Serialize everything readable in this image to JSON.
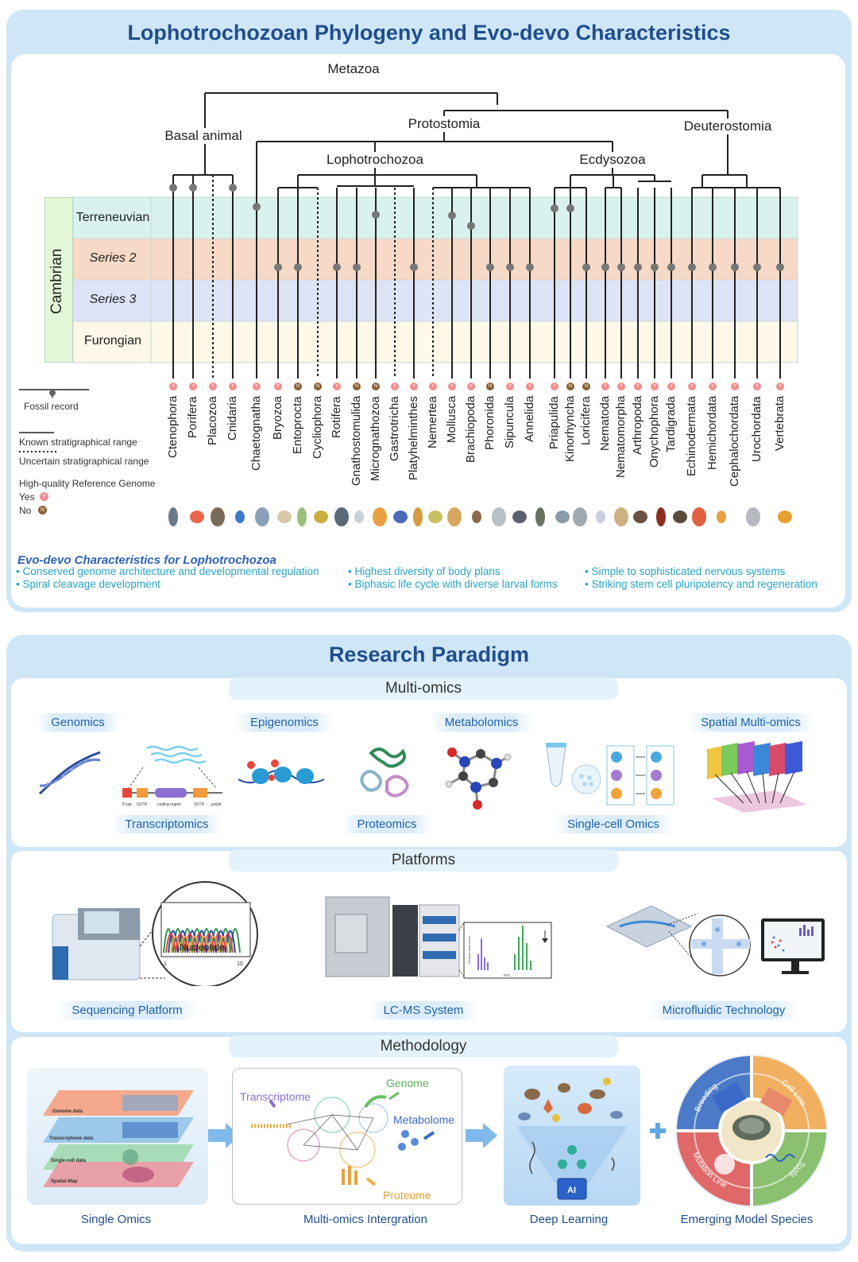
{
  "top_panel": {
    "title": "Lophotrochozoan Phylogeny and Evo-devo Characteristics",
    "nodes": {
      "metazoa": "Metazoa",
      "basal": "Basal animal",
      "protostomia": "Protostomia",
      "deuterostomia": "Deuterostomia",
      "lophotrochozoa": "Lophotrochozoa",
      "ecdysozoa": "Ecdysozoa"
    },
    "era": "Cambrian",
    "periods": [
      "Terreneuvian",
      "Series 2",
      "Series 3",
      "Furongian"
    ],
    "period_colors": [
      "#d9f2ee",
      "#f6d9c6",
      "#dde4f5",
      "#fdf8e8"
    ],
    "taxa": [
      {
        "name": "Ctenophora",
        "genome": "Y",
        "fossil": "Terreneuvian"
      },
      {
        "name": "Porifera",
        "genome": "Y",
        "fossil": "Terreneuvian"
      },
      {
        "name": "Placozoa",
        "genome": "Y",
        "fossil": "none"
      },
      {
        "name": "Cnidaria",
        "genome": "Y",
        "fossil": "Terreneuvian"
      },
      {
        "name": "Chaetognatha",
        "genome": "Y",
        "fossil": "Terreneuvian"
      },
      {
        "name": "Bryozoa",
        "genome": "Y",
        "fossil": "Series 2"
      },
      {
        "name": "Entoprocta",
        "genome": "N",
        "fossil": "Series 2"
      },
      {
        "name": "Cycliophora",
        "genome": "N",
        "fossil": "none"
      },
      {
        "name": "Rotifera",
        "genome": "Y",
        "fossil": "Series 2"
      },
      {
        "name": "Gnathostomulida",
        "genome": "N",
        "fossil": "Series 2"
      },
      {
        "name": "Micrognathozoa",
        "genome": "N",
        "fossil": "Terreneuvian"
      },
      {
        "name": "Gastrotricha",
        "genome": "Y",
        "fossil": "none"
      },
      {
        "name": "Platyhelminthes",
        "genome": "Y",
        "fossil": "Series 2"
      },
      {
        "name": "Nemertea",
        "genome": "Y",
        "fossil": "none"
      },
      {
        "name": "Mollusca",
        "genome": "Y",
        "fossil": "Terreneuvian"
      },
      {
        "name": "Brachiopoda",
        "genome": "Y",
        "fossil": "Terreneuvian"
      },
      {
        "name": "Phoronida",
        "genome": "N",
        "fossil": "Series 2"
      },
      {
        "name": "Sipuncula",
        "genome": "Y",
        "fossil": "Series 2"
      },
      {
        "name": "Annelida",
        "genome": "Y",
        "fossil": "Series 2"
      },
      {
        "name": "Priapulida",
        "genome": "Y",
        "fossil": "Terreneuvian"
      },
      {
        "name": "Kinorhyncha",
        "genome": "N",
        "fossil": "Terreneuvian"
      },
      {
        "name": "Loricifera",
        "genome": "N",
        "fossil": "Series 2"
      },
      {
        "name": "Nematoda",
        "genome": "Y",
        "fossil": "Series 2"
      },
      {
        "name": "Nematomorpha",
        "genome": "Y",
        "fossil": "Series 2"
      },
      {
        "name": "Arthropoda",
        "genome": "Y",
        "fossil": "Series 2"
      },
      {
        "name": "Onychophora",
        "genome": "Y",
        "fossil": "Series 2"
      },
      {
        "name": "Tardigrada",
        "genome": "Y",
        "fossil": "Series 2"
      },
      {
        "name": "Echinodermata",
        "genome": "Y",
        "fossil": "Series 2"
      },
      {
        "name": "Hemichordata",
        "genome": "Y",
        "fossil": "Series 2"
      },
      {
        "name": "Cephalochordata",
        "genome": "Y",
        "fossil": "Series 2"
      },
      {
        "name": "Urochordata",
        "genome": "Y",
        "fossil": "Series 2"
      },
      {
        "name": "Vertebrata",
        "genome": "Y",
        "fossil": "Series 2"
      }
    ],
    "legend": {
      "fossil": "Fossil record",
      "known": "Known stratigraphical range",
      "uncertain": "Uncertain stratigraphical range",
      "genome_title": "High-quality Reference Genome",
      "yes": "Yes",
      "no": "No",
      "yes_symbol": "Y",
      "no_symbol": "N"
    },
    "evo_title": "Evo-devo Characteristics for Lophotrochozoa",
    "bullets": [
      "Conserved genome architecture and developmental regulation",
      "Spiral cleavage development",
      "Highest diversity of body plans",
      "Biphasic life cycle with diverse larval forms",
      "Simple to sophisticated nervous systems",
      "Striking stem cell pluripotency and regeneration"
    ]
  },
  "bottom_panel": {
    "title": "Research Paradigm",
    "multiomics": {
      "tab": "Multi-omics",
      "genomics": "Genomics",
      "epigenomics": "Epigenomics",
      "metabolomics": "Metabolomics",
      "spatial": "Spatial Multi-omics",
      "transcriptomics": "Transcriptomics",
      "proteomics": "Proteomics",
      "singlecell": "Single-cell Omics",
      "gene_labels": [
        "5'cap",
        "5UTR",
        "coding region",
        "3UTR",
        "polyA"
      ]
    },
    "platforms": {
      "tab": "Platforms",
      "sequencing": "Sequencing  Platform",
      "lcms": "LC-MS System",
      "microfluidic": "Microfluidic Technology",
      "nucleotide": "Nucleotide",
      "seq_axis": [
        "1",
        "10"
      ],
      "ms_ylabel": "Relative abundance",
      "ms_xlabel": "m/z"
    },
    "methodology": {
      "tab": "Methodology",
      "single": "Single Omics",
      "multi": "Multi-omics Intergration",
      "deep": "Deep Learning",
      "emerging": "Emerging Model Species",
      "layers": [
        "Genome data",
        "Transcriptome data",
        "Single-cell data",
        "Spatial-Map"
      ],
      "multi_labels": {
        "transcriptome": "Transcriptome",
        "genome": "Genome",
        "metabolome": "Metabolome",
        "proteome": "Proteome"
      },
      "wheel": [
        "Breeding",
        "Cell Line",
        "Tools",
        "Mutation Line"
      ],
      "ai": "AI"
    }
  }
}
